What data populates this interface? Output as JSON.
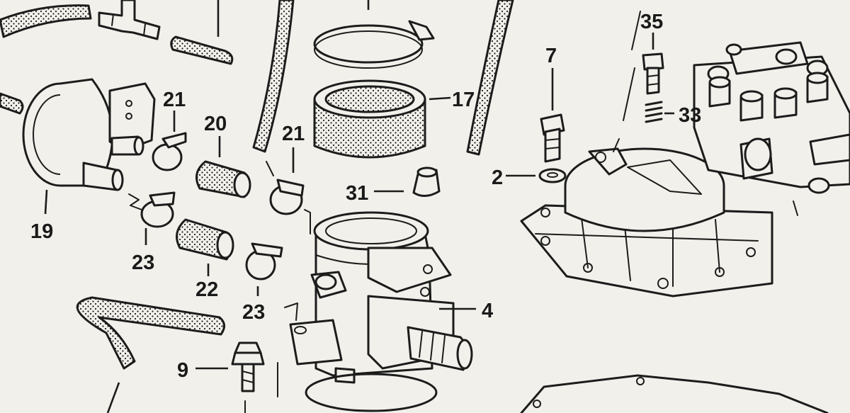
{
  "callouts": [
    {
      "id": "c19",
      "text": "19"
    },
    {
      "id": "c21a",
      "text": "21"
    },
    {
      "id": "c20",
      "text": "20"
    },
    {
      "id": "c21b",
      "text": "21"
    },
    {
      "id": "c23a",
      "text": "23"
    },
    {
      "id": "c22",
      "text": "22"
    },
    {
      "id": "c23b",
      "text": "23"
    },
    {
      "id": "c9",
      "text": "9"
    },
    {
      "id": "c31",
      "text": "31"
    },
    {
      "id": "c17",
      "text": "17"
    },
    {
      "id": "c4",
      "text": "4"
    },
    {
      "id": "c7",
      "text": "7"
    },
    {
      "id": "c2",
      "text": "2"
    },
    {
      "id": "c35",
      "text": "35"
    },
    {
      "id": "c33",
      "text": "33"
    }
  ]
}
